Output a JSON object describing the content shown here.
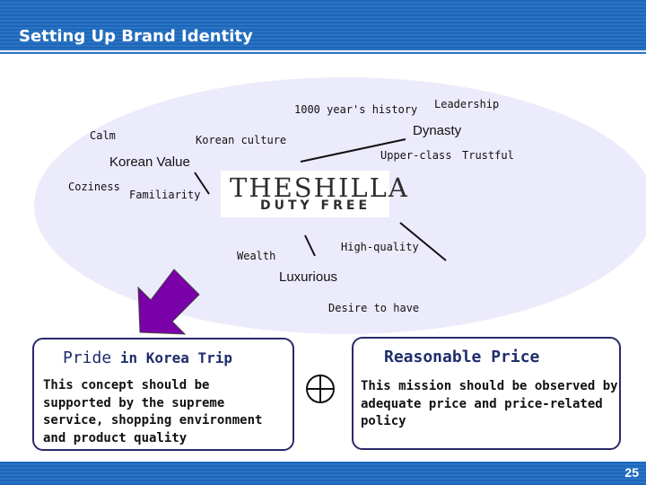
{
  "slide": {
    "title": "Setting Up Brand Identity",
    "page_number": "25"
  },
  "diagram": {
    "labels": {
      "history": "1000 year's history",
      "leadership": "Leadership",
      "calm": "Calm",
      "korean_culture": "Korean culture",
      "dynasty": "Dynasty",
      "upper_class": "Upper-class",
      "trustful": "Trustful",
      "korean_value": "Korean Value",
      "coziness": "Coziness",
      "familiarity": "Familiarity",
      "wealth": "Wealth",
      "high_quality": "High-quality",
      "luxurious": "Luxurious",
      "desire": "Desire to have"
    },
    "logo": {
      "name": "THESHILLA",
      "tagline": "DUTY FREE"
    }
  },
  "boxes": {
    "left": {
      "title_bold": "Pride",
      "title_rest": " in Korea Trip",
      "lines": [
        "This concept should be",
        "supported by the supreme",
        "service, shopping environment",
        "and product quality"
      ]
    },
    "right": {
      "title": "Reasonable Price",
      "lines": [
        "This mission should be observed by",
        "adequate price and price-related",
        "policy"
      ]
    }
  },
  "colors": {
    "bar_blue": "#1e66b8",
    "ellipse_fill": "#ecebfb",
    "arrow_purple": "#7a00a8",
    "box_border": "#2a2a6a",
    "box_title": "#1e2d6b"
  },
  "icons": [
    "circle-plus-icon",
    "down-left-arrow-icon"
  ]
}
